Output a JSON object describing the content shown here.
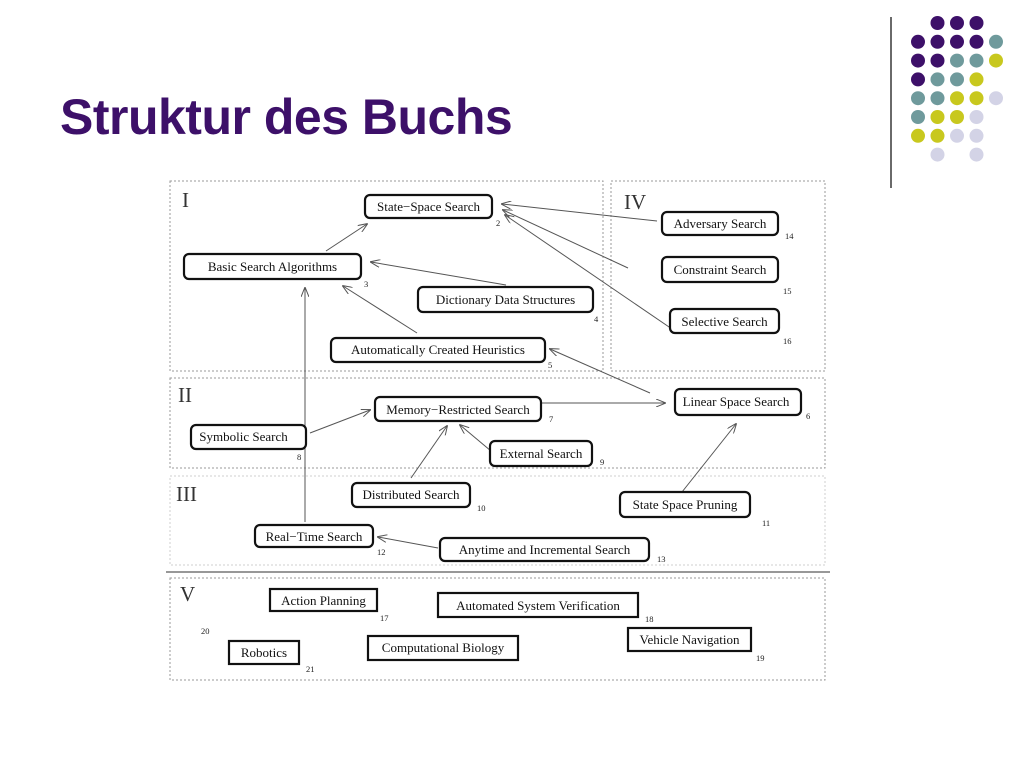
{
  "title": "Struktur des Buchs",
  "colors": {
    "title": "#3d1069",
    "dot_purple": "#3d1069",
    "dot_teal": "#6f9a9c",
    "dot_yellow": "#c8c81e",
    "dot_lavender": "#d3d3e6"
  },
  "diagram": {
    "parts": {
      "p1": "I",
      "p2": "II",
      "p3": "III",
      "p4": "IV",
      "p5": "V"
    },
    "nodes": {
      "state_space_search": {
        "label": "State−Space Search",
        "num": "2"
      },
      "basic_search_algorithms": {
        "label": "Basic Search Algorithms",
        "num": "3"
      },
      "dictionary_data_structures": {
        "label": "Dictionary Data Structures",
        "num": "4"
      },
      "automatically_created_heuristics": {
        "label": "Automatically Created Heuristics",
        "num": "5"
      },
      "linear_space_search": {
        "label": "Linear Space Search",
        "num": "6"
      },
      "memory_restricted_search": {
        "label": "Memory−Restricted Search",
        "num": "7"
      },
      "symbolic_search": {
        "label": "Symbolic Search",
        "num": "8"
      },
      "external_search": {
        "label": "External Search",
        "num": "9"
      },
      "distributed_search": {
        "label": "Distributed Search",
        "num": "10"
      },
      "state_space_pruning": {
        "label": "State Space Pruning",
        "num": "11"
      },
      "real_time_search": {
        "label": "Real−Time Search",
        "num": "12"
      },
      "anytime_incremental_search": {
        "label": "Anytime and Incremental Search",
        "num": "13"
      },
      "adversary_search": {
        "label": "Adversary Search",
        "num": "14"
      },
      "constraint_search": {
        "label": "Constraint Search",
        "num": "15"
      },
      "selective_search": {
        "label": "Selective Search",
        "num": "16"
      },
      "action_planning": {
        "label": "Action Planning",
        "num": "17"
      },
      "automated_system_verification": {
        "label": "Automated System Verification",
        "num": "18"
      },
      "vehicle_navigation": {
        "label": "Vehicle Navigation",
        "num": "19"
      },
      "computational_biology": {
        "label": "Computational Biology",
        "num": ""
      },
      "robotics": {
        "label": "Robotics",
        "num": "21"
      }
    },
    "extra_numbers": {
      "n20": "20"
    },
    "edges": [
      {
        "from": "basic_search_algorithms",
        "to": "state_space_search"
      },
      {
        "from": "adversary_search",
        "to": "state_space_search"
      },
      {
        "from": "constraint_search",
        "to": "state_space_search"
      },
      {
        "from": "selective_search",
        "to": "state_space_search"
      },
      {
        "from": "dictionary_data_structures",
        "to": "basic_search_algorithms"
      },
      {
        "from": "automatically_created_heuristics",
        "to": "basic_search_algorithms"
      },
      {
        "from": "linear_space_search",
        "to": "automatically_created_heuristics"
      },
      {
        "from": "memory_restricted_search",
        "to": "linear_space_search"
      },
      {
        "from": "symbolic_search",
        "to": "memory_restricted_search"
      },
      {
        "from": "external_search",
        "to": "memory_restricted_search"
      },
      {
        "from": "distributed_search",
        "to": "memory_restricted_search"
      },
      {
        "from": "state_space_pruning",
        "to": "linear_space_search"
      },
      {
        "from": "anytime_incremental_search",
        "to": "real_time_search"
      },
      {
        "from": "real_time_search",
        "to": "basic_search_algorithms"
      }
    ]
  }
}
